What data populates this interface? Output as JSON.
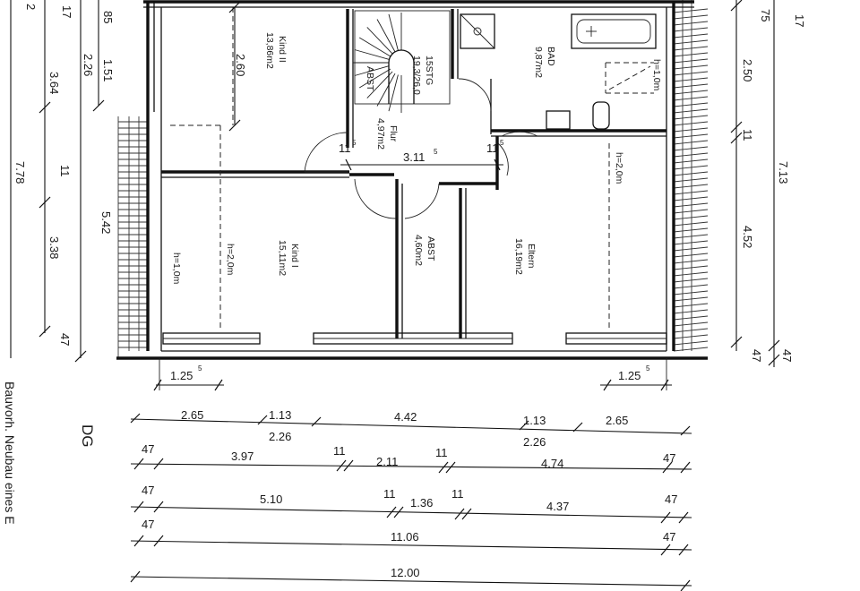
{
  "drawing": {
    "floor_label": "DG",
    "side_note": "Bauvorh. Neubau eines E",
    "rooms": [
      {
        "id": "kind2",
        "name": "Kind II",
        "area": "13,86m2"
      },
      {
        "id": "kind1",
        "name": "Kind I",
        "area": "15,11m2"
      },
      {
        "id": "flur",
        "name": "Flur",
        "area": "4,97m2"
      },
      {
        "id": "abst",
        "name": "ABST",
        "area": "4,60m2"
      },
      {
        "id": "eltern",
        "name": "Eltern",
        "area": "16,19m2"
      },
      {
        "id": "bad",
        "name": "BAD",
        "area": "9,87m2"
      }
    ],
    "stair": {
      "steps": "15STG",
      "rise_run": "19,3/26,0",
      "abst": "ABST"
    },
    "heights": {
      "h10a": "h=1,0m",
      "h20a": "h=2,0m",
      "h10b": "h=1,0m",
      "h20b": "h=2,0m"
    },
    "plan_dims": {
      "d260": "2.60",
      "d311": "3.11",
      "d115a": "11",
      "d115b": "11",
      "d125a": "1.25",
      "d125b": "1.25",
      "sup5": "5"
    },
    "left_dims": {
      "d2": "2",
      "d175": "17",
      "d85": "85",
      "d226": "2.26",
      "d151": "1.51",
      "d364": "3.64",
      "d115": "11",
      "d778": "7.78",
      "d338": "3.38",
      "d542": "5.42",
      "d47": "47"
    },
    "right_dims": {
      "d250": "2.50",
      "d115": "11",
      "d7135": "7.13",
      "d452": "4.52",
      "d47a": "47",
      "d47b": "47",
      "d175a": "17",
      "d75": "75"
    },
    "bottom_rows": [
      [
        "2.65",
        "1.13",
        "2.26",
        "4.42",
        "1.13",
        "2.26",
        "2.65"
      ],
      [
        "47",
        "3.97",
        "11",
        "2.11",
        "11",
        "4.74",
        "47"
      ],
      [
        "47",
        "5.10",
        "11",
        "1.36",
        "11",
        "4.37",
        "47"
      ],
      [
        "47",
        "11.06",
        "47"
      ],
      [
        "12.00"
      ]
    ]
  }
}
